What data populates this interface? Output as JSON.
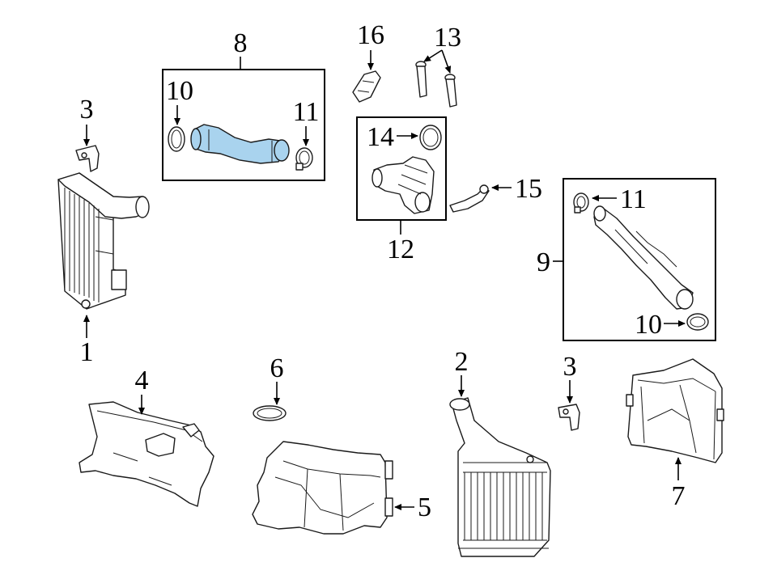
{
  "highlight_color": "#a9d3ee",
  "callouts": {
    "c1": "1",
    "c2": "2",
    "c3a": "3",
    "c3b": "3",
    "c4": "4",
    "c5": "5",
    "c6": "6",
    "c7": "7",
    "c8": "8",
    "c9": "9",
    "c10a": "10",
    "c10b": "10",
    "c11a": "11",
    "c11b": "11",
    "c12": "12",
    "c13": "13",
    "c14": "14",
    "c15": "15",
    "c16": "16"
  }
}
